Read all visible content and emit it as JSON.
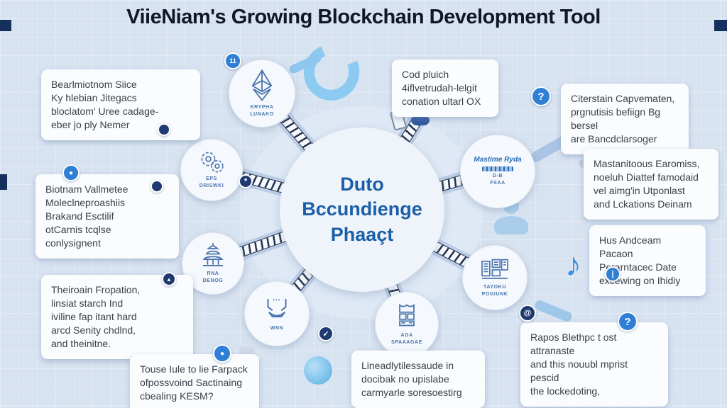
{
  "title": "ViieNiam's Growing Blockchain Development Tool",
  "center": {
    "text": "Duto\nBccundienge\nPhaaçt"
  },
  "nodes": [
    {
      "icon": "ethereum-icon",
      "label": "KRYPHA\nLUNAKO"
    },
    {
      "icon": "gears-icon",
      "label": "EPS\nDRISWKI"
    },
    {
      "icon": "pagoda-icon",
      "label": "RNA\nDENOG"
    },
    {
      "icon": "hands-icon",
      "label": "WNN"
    },
    {
      "icon": "ledger-icon",
      "label": "AGA\nSPAAAGAE"
    },
    {
      "icon": "documents-icon",
      "label": "TAYOKU\nPOGIUNK"
    },
    {
      "icon": "logo-icon",
      "logo_text": "Mastime Ryda",
      "label": "D-B\nFSAA"
    }
  ],
  "callouts": [
    {
      "text": "Bearlmiotnom Siice\nKy hlebian Jitegacs\nbloclatom' Uree cadage-\neber jo ply Nemer"
    },
    {
      "text": "Biotnam Vallmetee\nMoleclneproashiis\nBrakand Esctilif\notCarnis tcqlse\nconlysignent"
    },
    {
      "text": "Theiroain Fropation,\nlinsiat starch Ind\niviline fap itant hard\narcd Senity chdlnd,\nand theinitne."
    },
    {
      "text": "Touse Iule to lie Farpack\nofpossvoind Sactinaing\ncbealing KESM?"
    },
    {
      "text": "Cod pluich\n4iflvetrudah-lelgit\nconation ultarl OX"
    },
    {
      "text": "Citerstain Capvematen,\nprgnutisis befiign Bg bersel\nare Bancdclarsoger"
    },
    {
      "text": "Mastanitoous Earomiss,\nnoeluh Diattef famodaid\nvel aimg'in Utponlast\nand Lckations Deinam"
    },
    {
      "text": "Hus Andceam Pacaon\nPerarntacec Date\nexcewing on Ihidiy"
    },
    {
      "text": "Rapos Blethpc t ost attranaste\nand this nouubl mprist pescid\nthe lockedoting,"
    },
    {
      "text": "Lineadlytilessaude in\ndocibak no upislabe\ncarmyarle soresoestirg"
    }
  ],
  "badges": {
    "question1": "?",
    "question2": "?",
    "check": "✓",
    "at": "@",
    "pause": "11",
    "note": "♪",
    "bar": "|",
    "up": "▲",
    "dot": "●",
    "star": "*"
  },
  "colors": {
    "background": "#d8e3f1",
    "title": "#101828",
    "hub_text": "#1b5fa8",
    "accent_blue": "#2f7fd6",
    "navy": "#1f3a70",
    "light_blue": "#8ccaf1",
    "spoke": "#bccde5",
    "callout_bg": "#fafcfe",
    "callout_text": "#3b4049"
  }
}
